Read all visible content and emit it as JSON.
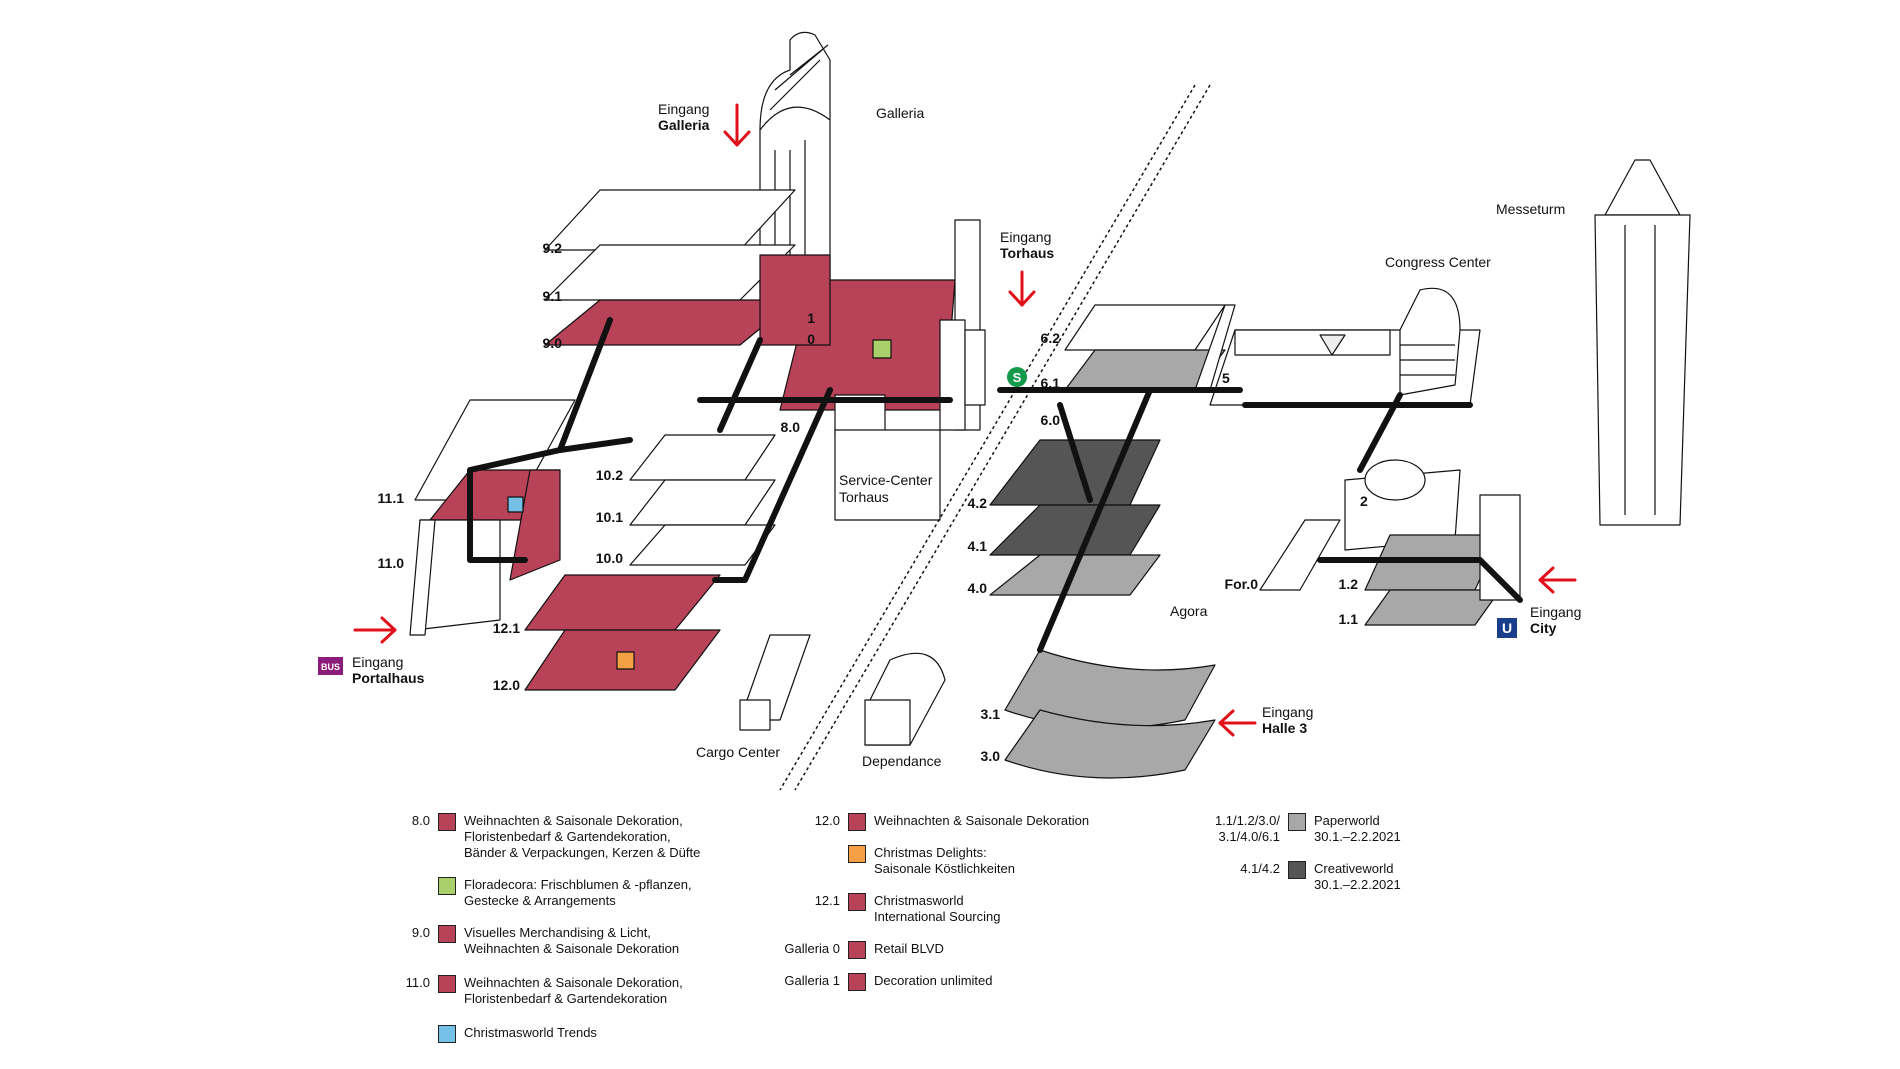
{
  "colors": {
    "red": "#b84257",
    "green": "#a9d06b",
    "blue": "#74c0e6",
    "orange": "#f5a045",
    "lightgray": "#a8a8a8",
    "darkgray": "#555555",
    "arrow": "#e0101a",
    "bus": "#8b1c7a",
    "sbahn": "#149a4b",
    "ubahn": "#1a3e8c"
  },
  "map": {
    "halls": {
      "h9_2": "9.2",
      "h9_1": "9.1",
      "h9_0": "9.0",
      "h8_0": "8.0",
      "g1": "1",
      "g0": "0",
      "h11_1": "11.1",
      "h11_0": "11.0",
      "h10_2": "10.2",
      "h10_1": "10.1",
      "h10_0": "10.0",
      "h12_1": "12.1",
      "h12_0": "12.0",
      "h6_2": "6.2",
      "h6_1": "6.1",
      "h6_0": "6.0",
      "h4_2": "4.2",
      "h4_1": "4.1",
      "h4_0": "4.0",
      "h5": "5",
      "h2": "2",
      "for0": "For.0",
      "h1_2": "1.2",
      "h1_1": "1.1",
      "h3_1": "3.1",
      "h3_0": "3.0"
    },
    "places": {
      "galleria": "Galleria",
      "messeturm": "Messeturm",
      "congress": "Congress Center",
      "service1": "Service-Center",
      "service2": "Torhaus",
      "cargo": "Cargo Center",
      "dependance": "Dependance",
      "agora": "Agora"
    },
    "entrances": {
      "galleria": {
        "line1": "Eingang",
        "line2": "Galleria"
      },
      "torhaus": {
        "line1": "Eingang",
        "line2": "Torhaus"
      },
      "portalhaus": {
        "line1": "Eingang",
        "line2": "Portalhaus"
      },
      "city": {
        "line1": "Eingang",
        "line2": "City"
      },
      "halle3": {
        "line1": "Eingang",
        "line2": "Halle 3"
      }
    },
    "badges": {
      "bus": "BUS",
      "sbahn": "S",
      "ubahn": "U"
    }
  },
  "legend": {
    "col1": [
      {
        "code": "8.0",
        "color": "red",
        "text": "Weihnachten & Saisonale Dekoration,\nFloristenbedarf & Gartendekoration,\nBänder & Verpackungen, Kerzen & Düfte"
      },
      {
        "code": "",
        "color": "green",
        "text": "Floradecora: Frischblumen & -pflanzen,\nGestecke & Arrangements"
      },
      {
        "code": "9.0",
        "color": "red",
        "text": "Visuelles Merchandising & Licht,\nWeihnachten & Saisonale Dekoration"
      },
      {
        "code": "11.0",
        "color": "red",
        "text": "Weihnachten & Saisonale Dekoration,\nFloristenbedarf & Gartendekoration"
      },
      {
        "code": "",
        "color": "blue",
        "text": "Christmasworld Trends"
      }
    ],
    "col2": [
      {
        "code": "12.0",
        "color": "red",
        "text": "Weihnachten & Saisonale Dekoration"
      },
      {
        "code": "",
        "color": "orange",
        "text": "Christmas Delights:\nSaisonale Köstlichkeiten"
      },
      {
        "code": "12.1",
        "color": "red",
        "text": "Christmasworld\nInternational Sourcing"
      },
      {
        "code": "Galleria 0",
        "color": "red",
        "text": "Retail BLVD"
      },
      {
        "code": "Galleria 1",
        "color": "red",
        "text": "Decoration unlimited"
      }
    ],
    "col3": [
      {
        "code": "1.1/1.2/3.0/\n3.1/4.0/6.1",
        "color": "lightgray",
        "text": "Paperworld\n30.1.–2.2.2021"
      },
      {
        "code": "4.1/4.2",
        "color": "darkgray",
        "text": "Creativeworld\n30.1.–2.2.2021"
      }
    ]
  }
}
